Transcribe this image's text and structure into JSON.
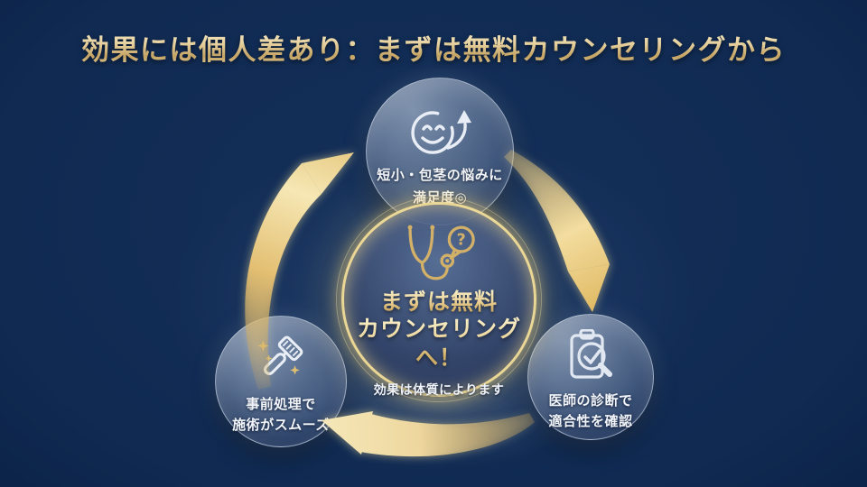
{
  "title": "効果には個人差あり：まずは無料カウンセリングから",
  "center": {
    "icon": "stethoscope-question-icon",
    "question_mark": "?",
    "heading_line1": "まずは無料",
    "heading_line2": "カウンセリングへ！",
    "note": "効果は体質によります"
  },
  "nodes": {
    "top": {
      "icon": "smiley-growth-icon",
      "line1": "短小・包茎の悩みに",
      "line2": "満足度◎"
    },
    "right": {
      "icon": "clipboard-check-icon",
      "line1": "医師の診断で",
      "line2": "適合性を確認"
    },
    "left": {
      "icon": "razor-icon",
      "line1": "事前処理で",
      "line2": "施術がスムーズ"
    }
  },
  "colors": {
    "background_navy": "#102a52",
    "gold": "#e2c27c",
    "gold_bright": "#f6e7b4",
    "text_white": "#f2f5fa",
    "glass_circle": "rgba(158,175,202,0.42)"
  }
}
